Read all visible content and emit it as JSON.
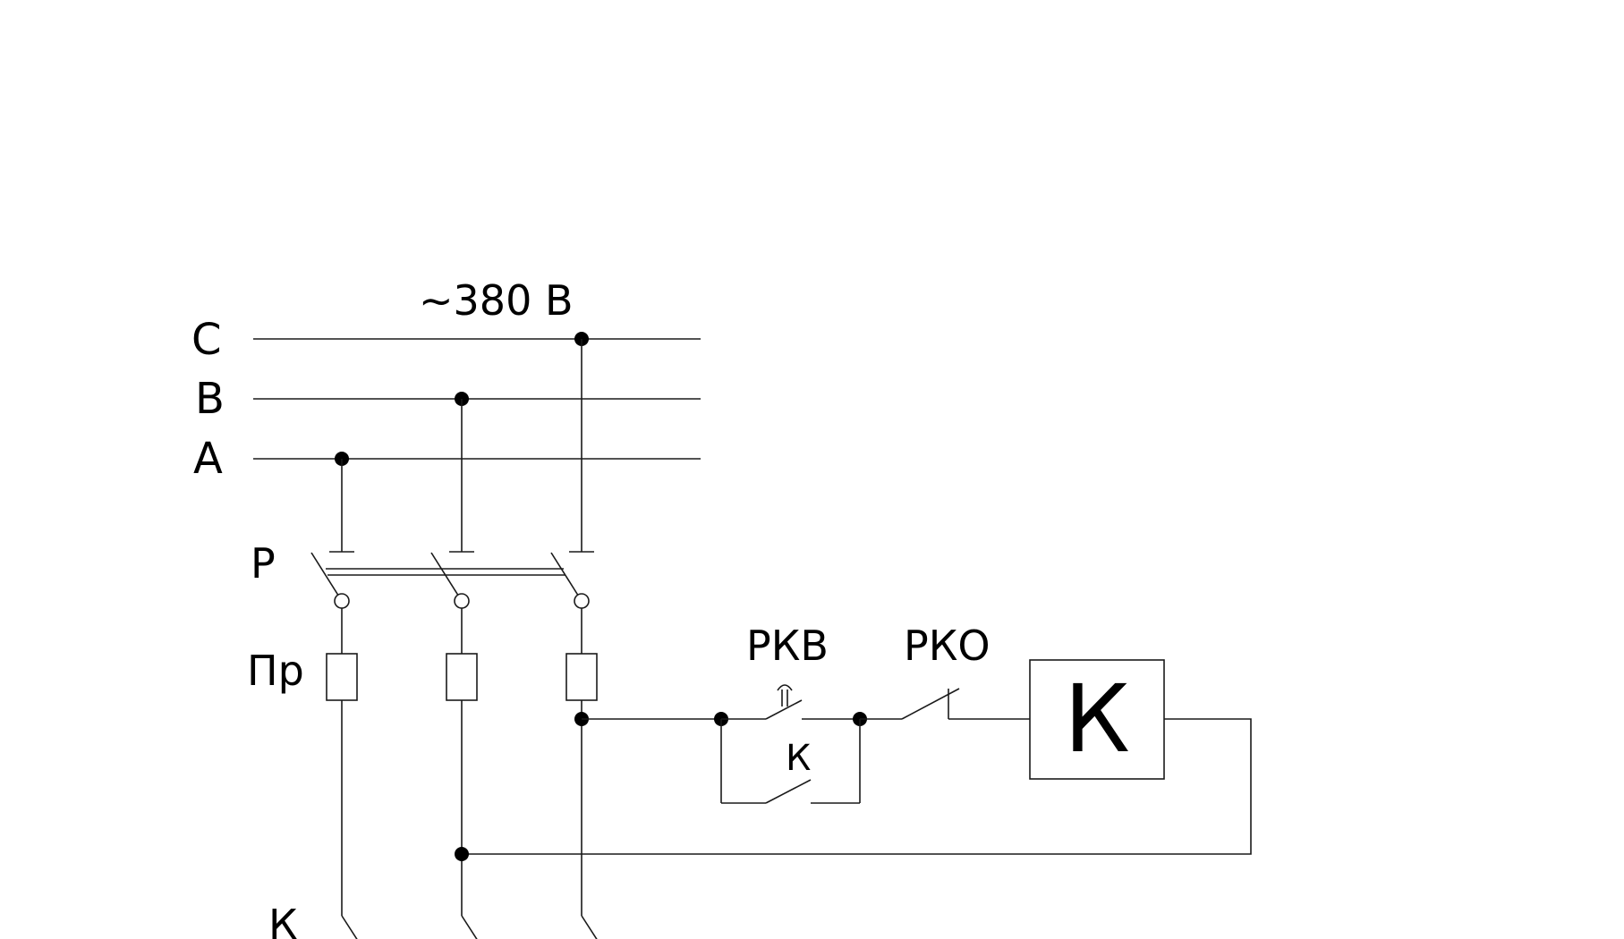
{
  "supply": {
    "voltage_label": "~380 В",
    "phases": [
      "С",
      "В",
      "А"
    ]
  },
  "labels": {
    "switch": "Р",
    "fuses": "Пр",
    "button_on": "РКВ",
    "button_off": "РКО",
    "aux_contact": "К",
    "coil": "К",
    "main_contacts": "К"
  },
  "colors": {
    "line": "#1a1a1a",
    "node": "#000000",
    "background": "#ffffff"
  }
}
